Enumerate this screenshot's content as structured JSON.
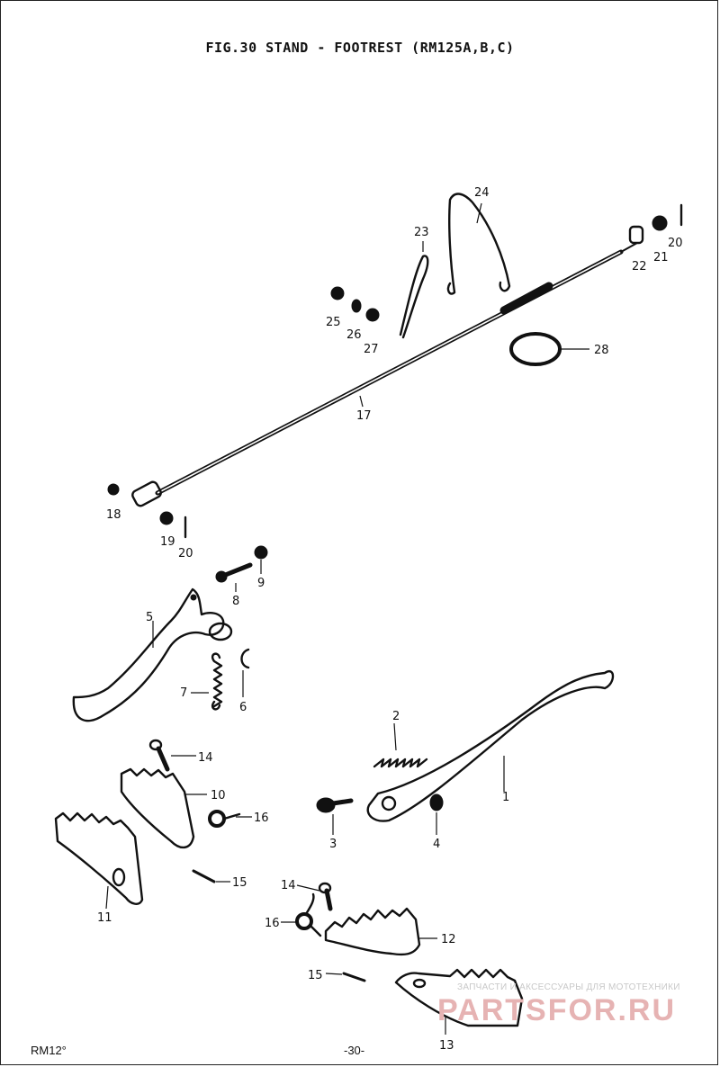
{
  "figure": {
    "title": "FIG.30  STAND - FOOTREST (RM125A,B,C)",
    "model_code": "RM12°",
    "page_number": "-30-"
  },
  "watermark": {
    "subtitle": "ЗАПЧАСТИ И АКСЕССУАРЫ ДЛЯ МОТОТЕХНИКИ",
    "brand": "PARTSFOR.RU"
  },
  "callouts": {
    "p1": "1",
    "p2": "2",
    "p3": "3",
    "p4": "4",
    "p5": "5",
    "p6": "6",
    "p7": "7",
    "p8": "8",
    "p9": "9",
    "p10": "10",
    "p11": "11",
    "p12": "12",
    "p13": "13",
    "p14a": "14",
    "p14b": "14",
    "p15a": "15",
    "p15b": "15",
    "p16a": "16",
    "p16b": "16",
    "p17": "17",
    "p18": "18",
    "p19": "19",
    "p20a": "20",
    "p20b": "20",
    "p21": "21",
    "p22": "22",
    "p23": "23",
    "p24": "24",
    "p25": "25",
    "p26": "26",
    "p27": "27",
    "p28": "28"
  }
}
